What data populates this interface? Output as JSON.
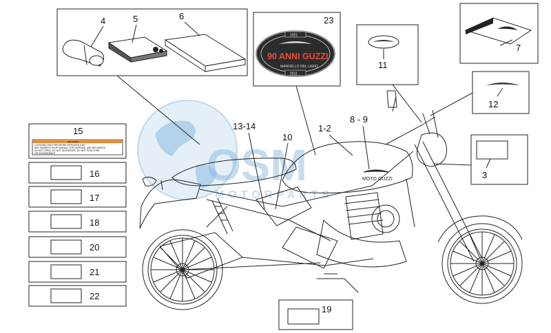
{
  "callouts": {
    "c1_2": "1-2",
    "c3": "3",
    "c4": "4",
    "c5": "5",
    "c6": "6",
    "c7": "7",
    "c8_9": "8 - 9",
    "c10": "10",
    "c11": "11",
    "c12": "12",
    "c13_14": "13-14",
    "c15": "15",
    "c16": "16",
    "c17": "17",
    "c18": "18",
    "c19": "19",
    "c20": "20",
    "c21": "21",
    "c22": "22",
    "c23": "23"
  },
  "badge": {
    "year_top": "1921",
    "title": "90 ANNI GUZZI",
    "place": "MANDELLO DEL LARIO",
    "year_bottom": "2011"
  },
  "tank_logo": "MOTO GUZZI",
  "warning_label": {
    "heading": "WARNING",
    "line1": "CONTAINS HIGH PRESSURE NITROGEN GAS",
    "line2": "SEE OWNER'S SHOP MANUAL FOR DISPOSAL AND RECHARGE",
    "line3": "DO NOT OPEN, DO NOT INCINERATE, DO NOT PUNCTURE",
    "line4": "OR DISASSEMBLE"
  },
  "watermark": {
    "logo": "OSM",
    "subtitle": "MOTORPARTS"
  },
  "colors": {
    "line": "#222222",
    "warning_orange": "#f08a24",
    "watermark_blue": "#7fb2dc",
    "badge_dark": "#2c2c2c",
    "badge_red": "#c0392b"
  }
}
